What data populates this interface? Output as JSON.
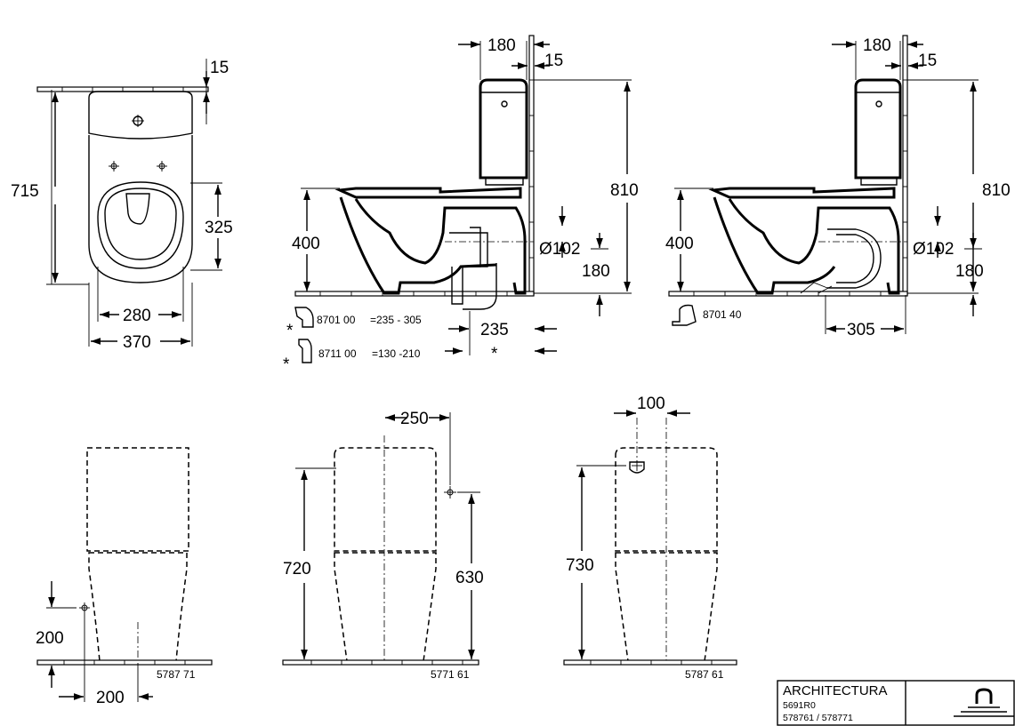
{
  "top_view": {
    "dim_top_gap": "15",
    "dim_depth": "715",
    "dim_hole": "325",
    "dim_inner_width": "280",
    "dim_outer_width": "370"
  },
  "side_view_a": {
    "dim_offset": "180",
    "dim_gap": "15",
    "dim_seat_height": "400",
    "dim_total_height": "810",
    "dim_outlet": "Ø102",
    "dim_outlet_height": "180",
    "dim_outlet_dist": "235",
    "asterisk": "*",
    "accessory_1": "8701 00",
    "accessory_1_range": "=235 - 305",
    "accessory_2": "8711 00",
    "accessory_2_range": "=130 -210"
  },
  "side_view_b": {
    "dim_offset": "180",
    "dim_gap": "15",
    "dim_seat_height": "400",
    "dim_total_height": "810",
    "dim_outlet": "Ø102",
    "dim_outlet_height": "180",
    "dim_outlet_dist": "305",
    "accessory": "8701 40"
  },
  "rear_view_1": {
    "dim_inlet_height": "200",
    "dim_inlet_offset": "200",
    "product_code": "5787 71"
  },
  "rear_view_2": {
    "dim_inlet_offset": "250",
    "dim_height": "720",
    "dim_inlet_height": "630",
    "product_code": "5771 61"
  },
  "rear_view_3": {
    "dim_inlet_offset": "100",
    "dim_height": "730",
    "product_code": "5787 61"
  },
  "title_block": {
    "series": "ARCHITECTURA",
    "code": "5691R0",
    "variants": "578761 / 578771"
  }
}
